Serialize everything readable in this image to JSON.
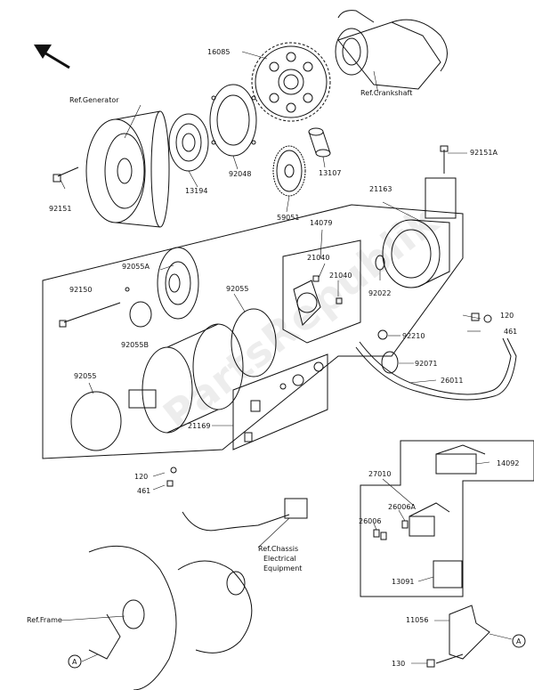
{
  "watermark": "PartsRepublik",
  "labels": {
    "p16085": "16085",
    "ref_crankshaft": "Ref.Crankshaft",
    "ref_generator": "Ref.Generator",
    "p92151a": "92151A",
    "p92151": "92151",
    "p13194": "13194",
    "p92048": "92048",
    "p13107": "13107",
    "p59051": "59051",
    "p21163": "21163",
    "p14079": "14079",
    "p92055a": "92055A",
    "p21040_a": "21040",
    "p21040_b": "21040",
    "p92150": "92150",
    "p92055_top": "92055",
    "p92022": "92022",
    "p92055b": "92055B",
    "p120_right": "120",
    "p461_right": "461",
    "p92210": "92210",
    "p92071": "92071",
    "p92055_left": "92055",
    "p26011": "26011",
    "p21169": "21169",
    "p14092": "14092",
    "p27010": "27010",
    "p120_left": "120",
    "p461_left": "461",
    "p26006a": "26006A",
    "p26006": "26006",
    "ref_chassis_1": "Ref.Chassis",
    "ref_chassis_2": "Electrical",
    "ref_chassis_3": "Equipment",
    "p13091": "13091",
    "ref_frame": "Ref.Frame",
    "p11056": "11056",
    "p130": "130",
    "marker_a_left": "A",
    "marker_a_right": "A"
  }
}
